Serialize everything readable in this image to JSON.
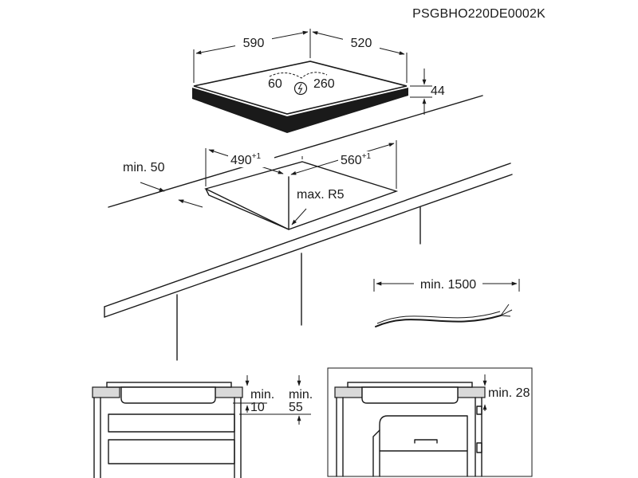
{
  "document_code": "PSGBHO220DE0002K",
  "hob": {
    "width_label": "590",
    "depth_label": "520",
    "height_label": "44",
    "cable_left_label": "60",
    "cable_right_label": "260",
    "power_icon": "power-symbol-icon"
  },
  "cutout": {
    "width_label": "490",
    "width_tolerance": "+1",
    "depth_label": "560",
    "depth_tolerance": "+1",
    "front_distance_label": "min. 50",
    "corner_radius_label": "max. R5"
  },
  "cable": {
    "length_label": "min. 1500"
  },
  "section_left": {
    "gap_top_label": "min.",
    "gap_top_value": "10",
    "gap_side_label": "min.",
    "gap_side_value": "55"
  },
  "section_right": {
    "gap_label": "min. 28"
  }
}
